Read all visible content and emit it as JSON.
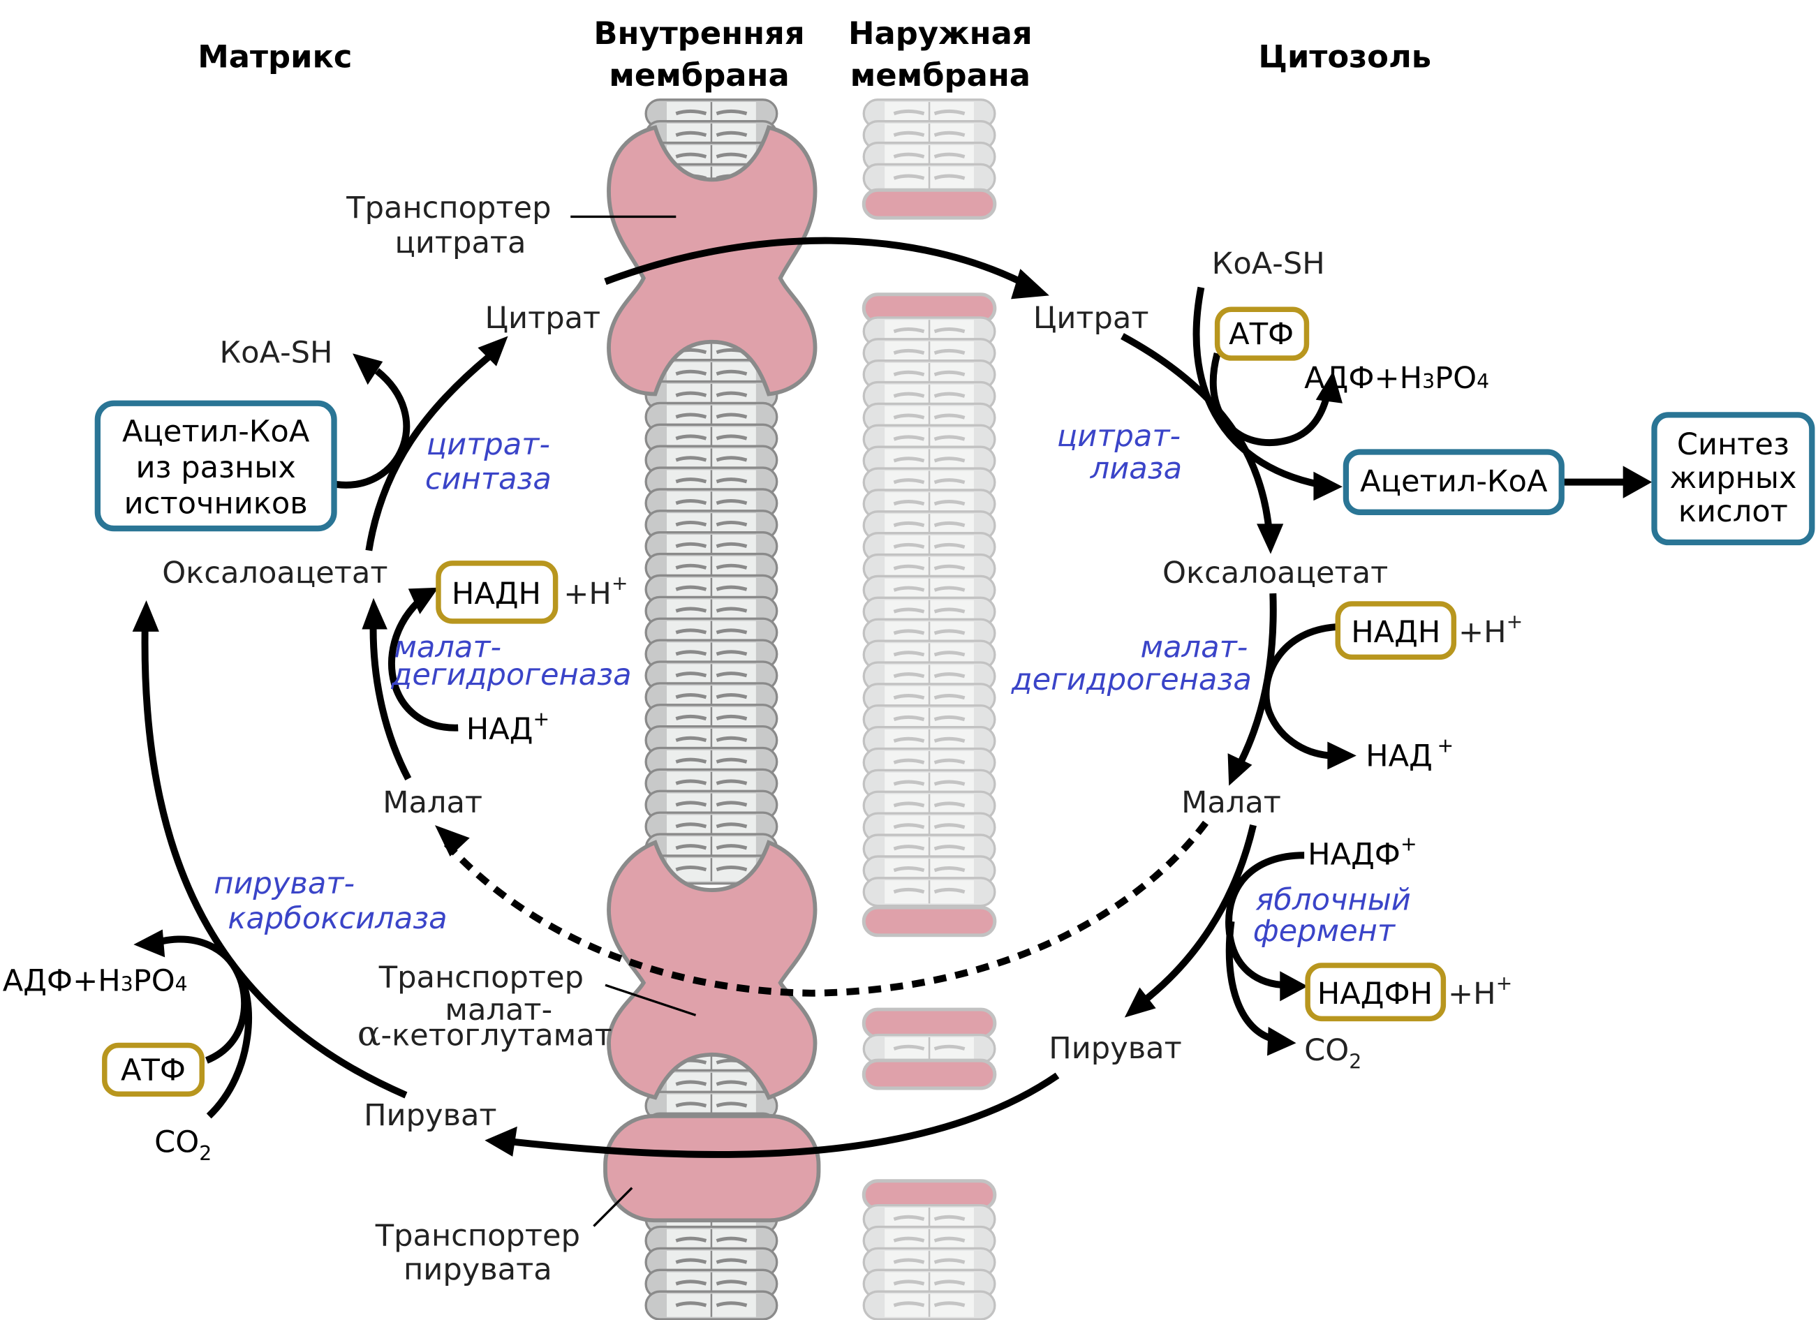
{
  "headers": {
    "matrix": "Матрикс",
    "inner_membrane_line1": "Внутренняя",
    "inner_membrane_line2": "мембрана",
    "outer_membrane_line1": "Наружная",
    "outer_membrane_line2": "мембрана",
    "cytosol": "Цитозоль"
  },
  "transporters": {
    "citrate_line1": "Транспортер",
    "citrate_line2": "цитрата",
    "malate_akg_line1": "Транспортер",
    "malate_akg_line2": "малат-",
    "malate_akg_line3_greek": "α",
    "malate_akg_line3_rest": "-кетоглутамат",
    "pyruvate_line1": "Транспортер",
    "pyruvate_line2": "пирувата"
  },
  "matrix": {
    "citrate": "Цитрат",
    "koa_sh": "КоА-SH",
    "acetyl_coa_box": [
      "Ацетил-КоА",
      "из разных",
      "источников"
    ],
    "enzyme_citrate_synthase": [
      "цитрат-",
      "синтаза"
    ],
    "oxaloacetate": "Оксалоацетат",
    "nadh": "НАДН",
    "h_plus": "+Н",
    "plus_sup": "+",
    "enzyme_mdh": [
      "малат-",
      "дегидрогеназа"
    ],
    "nad": "НАД",
    "malate": "Малат",
    "enzyme_pyruvate_carboxylase": [
      "пируват-",
      "карбоксилаза"
    ],
    "adp": "АДФ+Н",
    "adp_sub3": "3",
    "adp_po": "РО",
    "adp_sub4": "4",
    "atp": "АТФ",
    "co2": "СО",
    "co2_sub": "2",
    "pyruvate": "Пируват"
  },
  "cytosol": {
    "citrate": "Цитрат",
    "koa_sh": "КоА-SH",
    "atp": "АТФ",
    "adp": "АДФ+Н",
    "adp_sub3": "3",
    "adp_po": "РО",
    "adp_sub4": "4",
    "enzyme_citrate_lyase": [
      "цитрат-",
      "лиаза"
    ],
    "acetyl_coa_box": "Ацетил-КоА",
    "fatty_acid_box": [
      "Синтез",
      "жирных",
      "кислот"
    ],
    "oxaloacetate": "Оксалоацетат",
    "nadh": "НАДН",
    "h_plus": "+Н",
    "plus_sup": "+",
    "enzyme_mdh": [
      "малат-",
      "дегидрогеназа"
    ],
    "nad": "НАД",
    "malate": "Малат",
    "nadp": "НАДФ",
    "enzyme_malic": [
      "яблочный",
      "фермент"
    ],
    "nadph": "НАДФН",
    "co2": "СО",
    "co2_sub": "2",
    "pyruvate": "Пируват"
  },
  "colors": {
    "protein_fill": "#dfa1aa",
    "enzyme_text": "#3a44c8",
    "box_blue_border": "#2a7595",
    "box_gold_border": "#b8961e"
  }
}
